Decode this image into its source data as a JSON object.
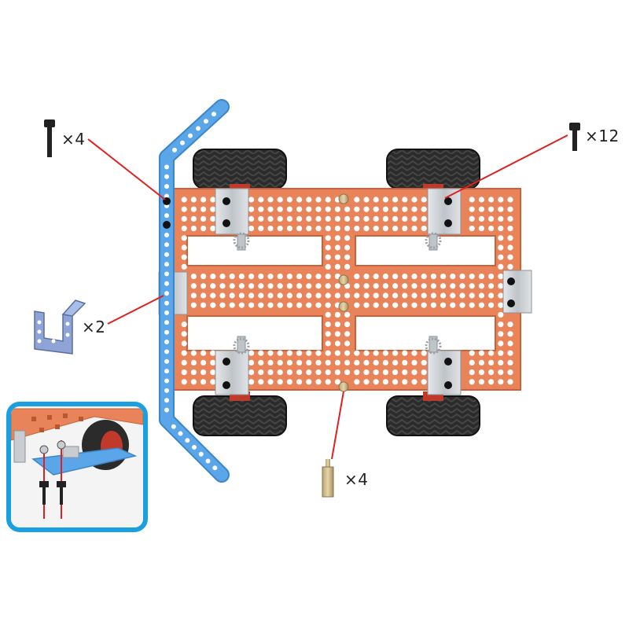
{
  "parts": {
    "screw_left": {
      "quantity": "×4",
      "icon": "screw-icon"
    },
    "screw_right": {
      "quantity": "×12",
      "icon": "screw-icon"
    },
    "bracket": {
      "quantity": "×2",
      "icon": "u-bracket-icon"
    },
    "standoff": {
      "quantity": "×4",
      "icon": "brass-standoff-icon"
    }
  },
  "colors": {
    "plate": "#e8835a",
    "plate_edge": "#c8623a",
    "beam": "#5aa6e8",
    "beam_edge": "#3a86c8",
    "tire": "#2a2a2a",
    "hub": "#c0392b",
    "bracket": "#c9cdd2",
    "leader": "#e02020",
    "inset_border": "#1aa0e0"
  }
}
